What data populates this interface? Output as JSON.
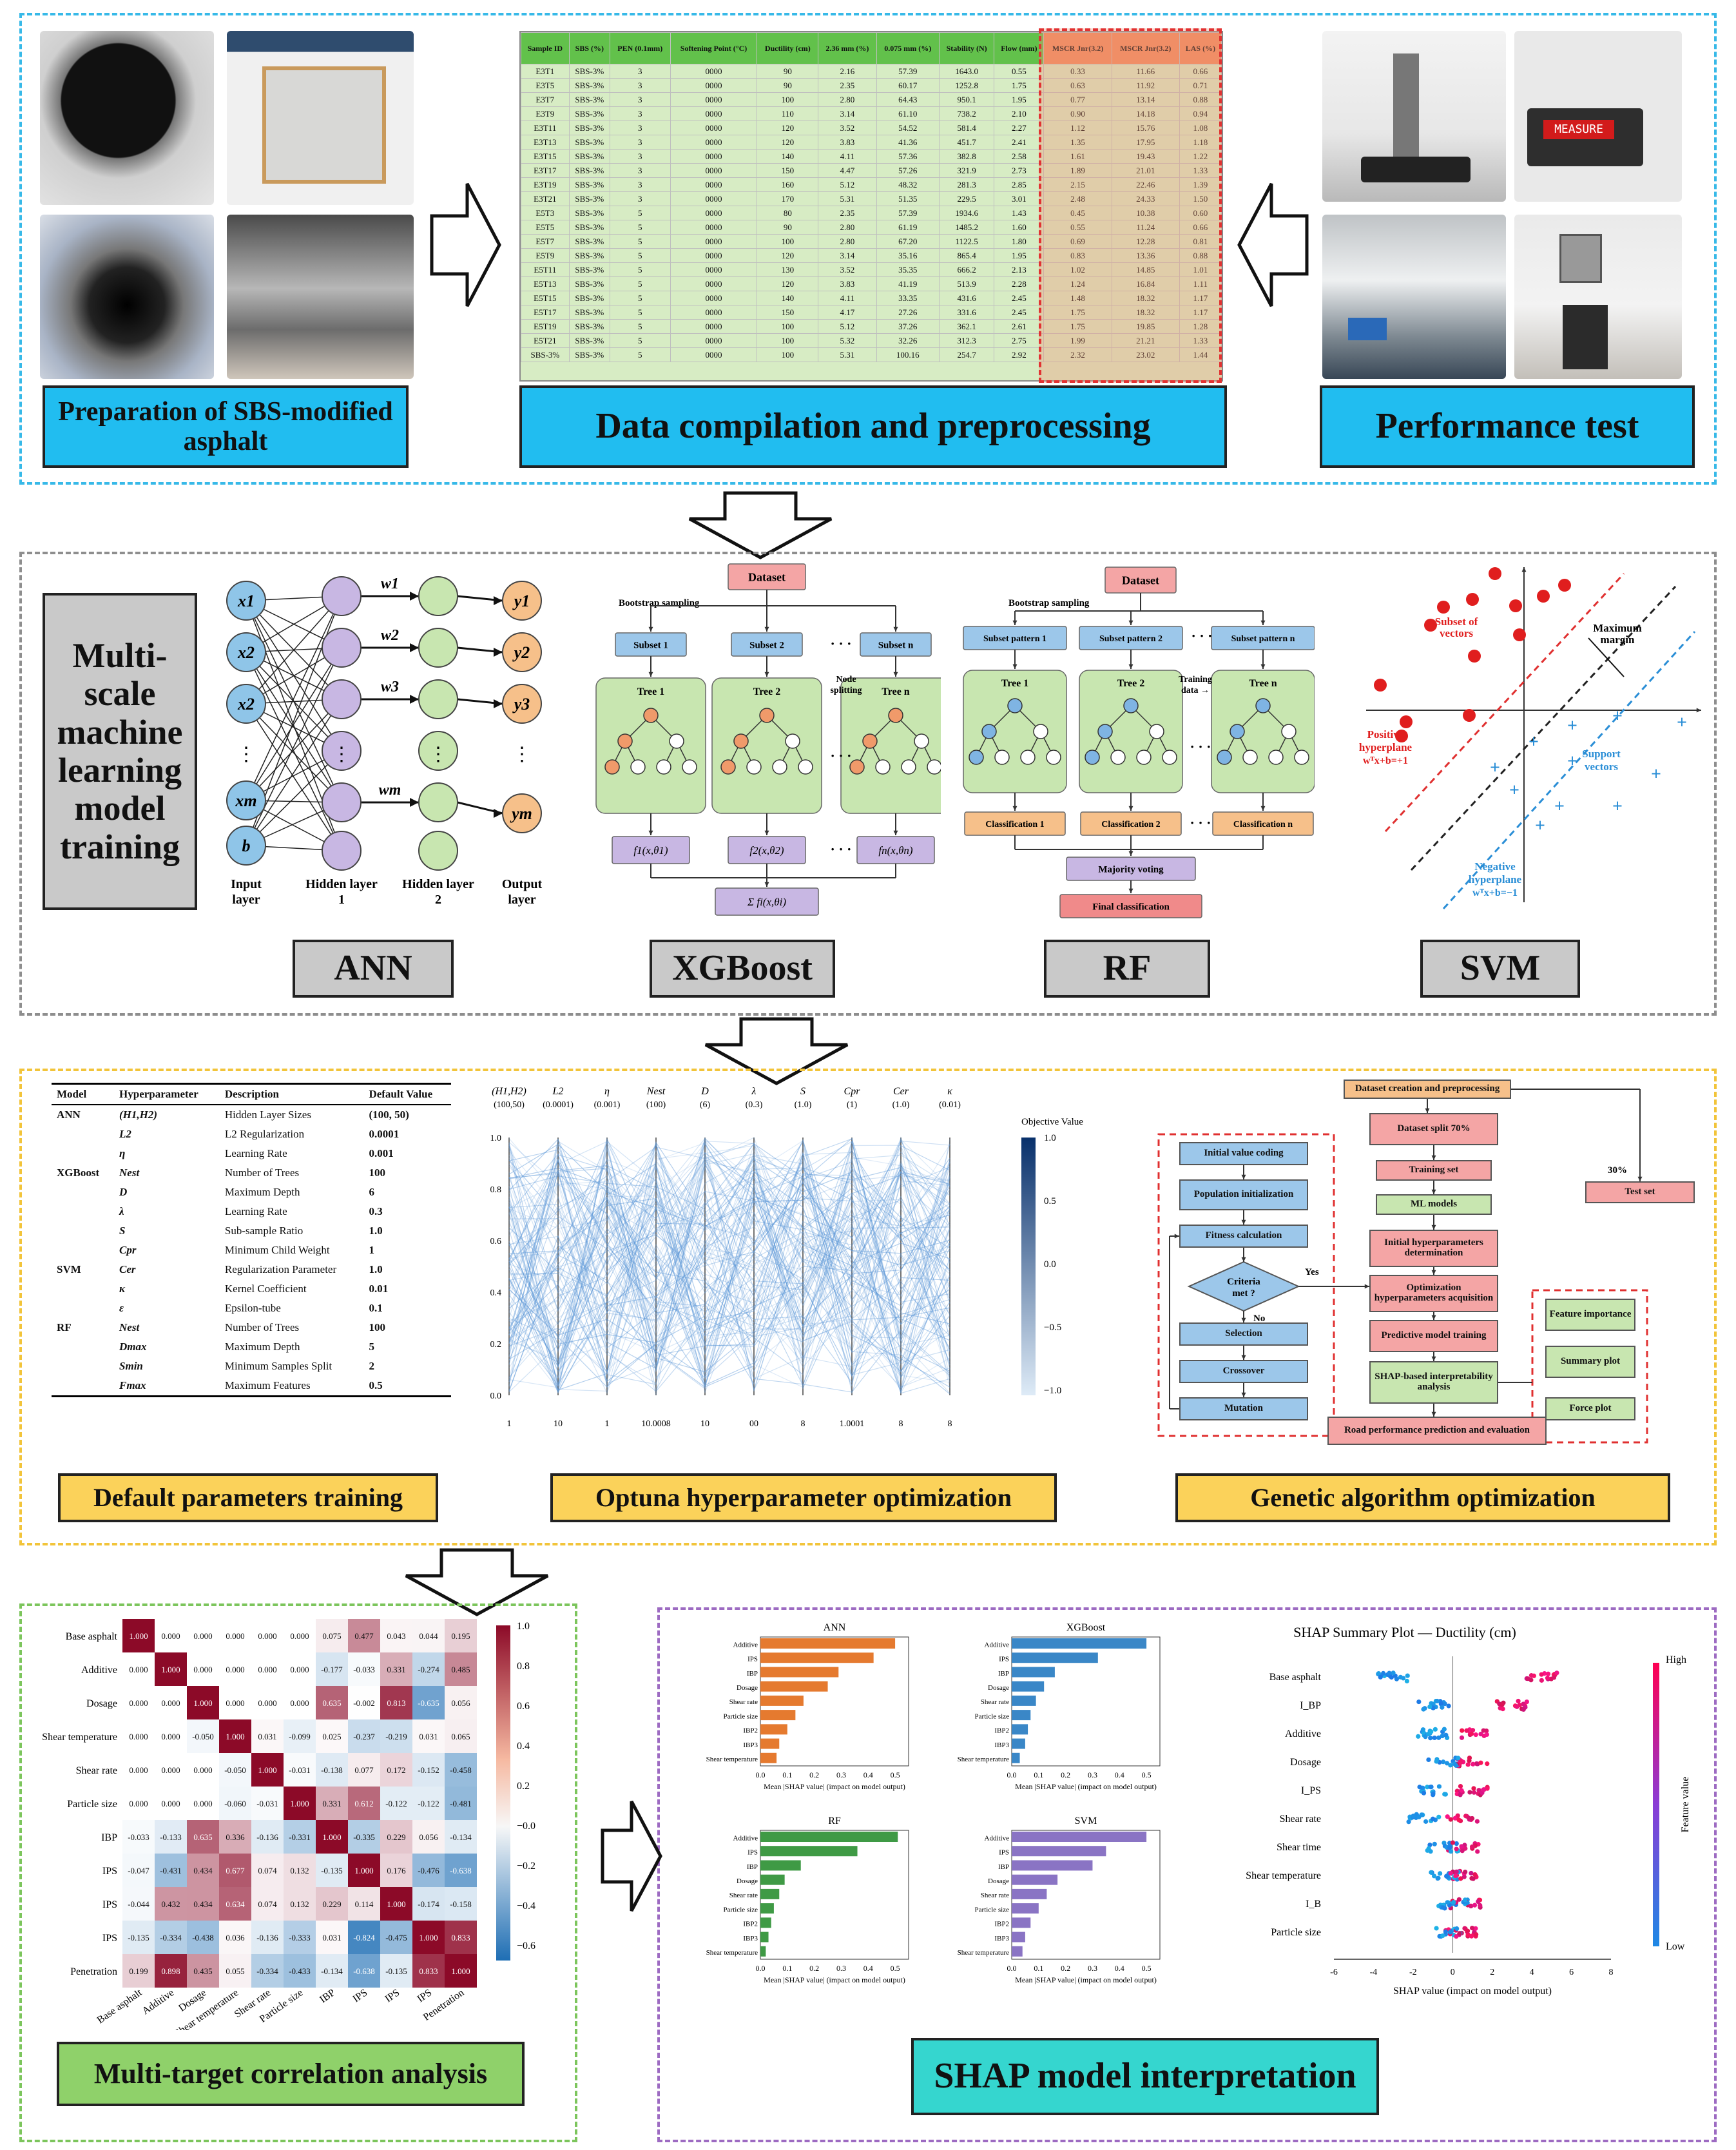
{
  "section1": {
    "prep_label": "Preparation of SBS-modified asphalt",
    "data_label": "Data compilation and preprocessing",
    "perf_label": "Performance test",
    "meter_text": "MEASURE",
    "table_headers": [
      "Sample ID",
      "SBS (%)",
      "PEN (0.1mm)",
      "Softening Point (°C)",
      "Ductility (cm)",
      "2.36 mm (%)",
      "0.075 mm (%)",
      "Stability (N)",
      "Flow (mm)",
      "MSCR Jnr(3.2)",
      "MSCR Jnr(3.2)",
      "LAS (%)"
    ],
    "table_rows": [
      [
        "E3T1",
        "SBS-3%",
        "3",
        "0000",
        "90",
        "2.16",
        "57.39",
        "1643.0",
        "0.55",
        "0.33",
        "11.66",
        "0.66"
      ],
      [
        "E3T5",
        "SBS-3%",
        "3",
        "0000",
        "90",
        "2.35",
        "60.17",
        "1252.8",
        "1.75",
        "0.63",
        "11.92",
        "0.71"
      ],
      [
        "E3T7",
        "SBS-3%",
        "3",
        "0000",
        "100",
        "2.80",
        "64.43",
        "950.1",
        "1.95",
        "0.77",
        "13.14",
        "0.88"
      ],
      [
        "E3T9",
        "SBS-3%",
        "3",
        "0000",
        "110",
        "3.14",
        "61.10",
        "738.2",
        "2.10",
        "0.90",
        "14.18",
        "0.94"
      ],
      [
        "E3T11",
        "SBS-3%",
        "3",
        "0000",
        "120",
        "3.52",
        "54.52",
        "581.4",
        "2.27",
        "1.12",
        "15.76",
        "1.08"
      ],
      [
        "E3T13",
        "SBS-3%",
        "3",
        "0000",
        "120",
        "3.83",
        "41.36",
        "451.7",
        "2.41",
        "1.35",
        "17.95",
        "1.18"
      ],
      [
        "E3T15",
        "SBS-3%",
        "3",
        "0000",
        "140",
        "4.11",
        "57.36",
        "382.8",
        "2.58",
        "1.61",
        "19.43",
        "1.22"
      ],
      [
        "E3T17",
        "SBS-3%",
        "3",
        "0000",
        "150",
        "4.47",
        "57.26",
        "321.9",
        "2.73",
        "1.89",
        "21.01",
        "1.33"
      ],
      [
        "E3T19",
        "SBS-3%",
        "3",
        "0000",
        "160",
        "5.12",
        "48.32",
        "281.3",
        "2.85",
        "2.15",
        "22.46",
        "1.39"
      ],
      [
        "E3T21",
        "SBS-3%",
        "3",
        "0000",
        "170",
        "5.31",
        "51.35",
        "229.5",
        "3.01",
        "2.48",
        "24.33",
        "1.50"
      ],
      [
        "E5T3",
        "SBS-3%",
        "5",
        "0000",
        "80",
        "2.35",
        "57.39",
        "1934.6",
        "1.43",
        "0.45",
        "10.38",
        "0.60"
      ],
      [
        "E5T5",
        "SBS-3%",
        "5",
        "0000",
        "90",
        "2.80",
        "61.19",
        "1485.2",
        "1.60",
        "0.55",
        "11.24",
        "0.66"
      ],
      [
        "E5T7",
        "SBS-3%",
        "5",
        "0000",
        "100",
        "2.80",
        "67.20",
        "1122.5",
        "1.80",
        "0.69",
        "12.28",
        "0.81"
      ],
      [
        "E5T9",
        "SBS-3%",
        "5",
        "0000",
        "120",
        "3.14",
        "35.16",
        "865.4",
        "1.95",
        "0.83",
        "13.36",
        "0.88"
      ],
      [
        "E5T11",
        "SBS-3%",
        "5",
        "0000",
        "130",
        "3.52",
        "35.35",
        "666.2",
        "2.13",
        "1.02",
        "14.85",
        "1.01"
      ],
      [
        "E5T13",
        "SBS-3%",
        "5",
        "0000",
        "120",
        "3.83",
        "41.19",
        "513.9",
        "2.28",
        "1.24",
        "16.84",
        "1.11"
      ],
      [
        "E5T15",
        "SBS-3%",
        "5",
        "0000",
        "140",
        "4.11",
        "33.35",
        "431.6",
        "2.45",
        "1.48",
        "18.32",
        "1.17"
      ],
      [
        "E5T17",
        "SBS-3%",
        "5",
        "0000",
        "150",
        "4.17",
        "27.26",
        "331.6",
        "2.45",
        "1.75",
        "18.32",
        "1.17"
      ],
      [
        "E5T19",
        "SBS-3%",
        "5",
        "0000",
        "100",
        "5.12",
        "37.26",
        "362.1",
        "2.61",
        "1.75",
        "19.85",
        "1.28"
      ],
      [
        "E5T21",
        "SBS-3%",
        "5",
        "0000",
        "100",
        "5.32",
        "32.26",
        "312.3",
        "2.75",
        "1.99",
        "21.21",
        "1.33"
      ],
      [
        "SBS-3%",
        "SBS-3%",
        "5",
        "0000",
        "100",
        "5.31",
        "100.16",
        "254.7",
        "2.92",
        "2.32",
        "23.02",
        "1.44"
      ]
    ]
  },
  "section2": {
    "title": "Multi-scale machine learning model training",
    "labels": [
      "ANN",
      "XGBoost",
      "RF",
      "SVM"
    ],
    "ann": {
      "inputs": [
        "x1",
        "x2",
        "x2",
        "xm",
        "b"
      ],
      "weights": [
        "w1",
        "w2",
        "w3",
        "wm"
      ],
      "outputs": [
        "y1",
        "y2",
        "y3",
        "ym"
      ],
      "layers": [
        "Input layer",
        "Hidden layer 1",
        "Hidden layer 2",
        "Output layer"
      ]
    },
    "xgb": {
      "dataset": "Dataset",
      "bootstrap": "Bootstrap sampling",
      "subsets": [
        "Subset 1",
        "Subset 2",
        "Subset n"
      ],
      "trees": [
        "Tree 1",
        "Tree 2",
        "Tree n"
      ],
      "node_split": "Node splitting",
      "funcs": [
        "f1(x,θ1)",
        "f2(x,θ2)",
        "fn(x,θn)"
      ],
      "sum": "Σ fi(x,θi)"
    },
    "rf": {
      "dataset": "Dataset",
      "bootstrap": "Bootstrap sampling",
      "subsets": [
        "Subset pattern 1",
        "Subset pattern 2",
        "Subset pattern n"
      ],
      "trees": [
        "Tree 1",
        "Tree 2",
        "Tree n"
      ],
      "training": "Training data",
      "classes": [
        "Classification 1",
        "Classification 2",
        "Classification n"
      ],
      "vote": "Majority voting",
      "final": "Final classification"
    },
    "svm": {
      "max_margin": "Maximum margin",
      "subset": "Subset of vectors",
      "pos": "Positive hyperplane",
      "pos_eq": "wᵀx+b=+1",
      "support": "Support vectors",
      "neg": "Negative hyperplane",
      "neg_eq": "wᵀx+b=−1"
    }
  },
  "section3": {
    "label_default": "Default parameters training",
    "label_optuna": "Optuna hyperparameter optimization",
    "label_ga": "Genetic algorithm optimization",
    "hp_headers": [
      "Model",
      "Hyperparameter",
      "Description",
      "Default Value"
    ],
    "hp_rows": [
      [
        "ANN",
        "(H1,H2)",
        "Hidden Layer Sizes",
        "(100, 50)"
      ],
      [
        "",
        "L2",
        "L2 Regularization",
        "0.0001"
      ],
      [
        "",
        "η",
        "Learning Rate",
        "0.001"
      ],
      [
        "XGBoost",
        "Nest",
        "Number of Trees",
        "100"
      ],
      [
        "",
        "D",
        "Maximum Depth",
        "6"
      ],
      [
        "",
        "λ",
        "Learning Rate",
        "0.3"
      ],
      [
        "",
        "S",
        "Sub-sample Ratio",
        "1.0"
      ],
      [
        "",
        "Cpr",
        "Minimum Child Weight",
        "1"
      ],
      [
        "SVM",
        "Cer",
        "Regularization Parameter",
        "1.0"
      ],
      [
        "",
        "κ",
        "Kernel Coefficient",
        "0.01"
      ],
      [
        "",
        "ε",
        "Epsilon-tube",
        "0.1"
      ],
      [
        "RF",
        "Nest",
        "Number of Trees",
        "100"
      ],
      [
        "",
        "Dmax",
        "Maximum Depth",
        "5"
      ],
      [
        "",
        "Smin",
        "Minimum Samples Split",
        "2"
      ],
      [
        "",
        "Fmax",
        "Maximum Features",
        "0.5"
      ]
    ],
    "optuna": {
      "axes": [
        "(H1,H2)",
        "L2",
        "η",
        "Nest",
        "D",
        "λ",
        "S",
        "Cpr",
        "Cer",
        "κ"
      ],
      "axes_default": [
        "(100,50)",
        "(0.0001)",
        "(0.001)",
        "(100)",
        "(6)",
        "(0.3)",
        "(1.0)",
        "(1)",
        "(1.0)",
        "(0.01)"
      ],
      "bottom_ticks": [
        "1",
        "10",
        "1",
        "10.0008",
        "10",
        "00",
        "8",
        "1.0001",
        "8",
        "8"
      ],
      "left_ticks": [
        "0.0",
        "0.2",
        "0.4",
        "0.6",
        "0.8",
        "1.0"
      ],
      "cb_title": "Objective Value",
      "cb_ticks": [
        "1.0",
        "0.5",
        "0.0",
        "−0.5",
        "−1.0"
      ]
    },
    "ga": {
      "top": "Dataset creation and preprocessing",
      "split": "Dataset split 70%",
      "pct30": "30%",
      "train": "Training set",
      "test": "Test set",
      "ml": "ML models",
      "init_hp": "Initial hyperparameters determination",
      "opt_hp": "Optimization hyperparameters acquisition",
      "pred": "Predictive model training",
      "shap": "SHAP-based interpretability analysis",
      "road": "Road performance prediction and evaluation",
      "fi": "Feature importance",
      "sp": "Summary plot",
      "fp": "Force plot",
      "init_code": "Initial value coding",
      "pop": "Population initialization",
      "fit": "Fitness calculation",
      "crit": "Criteria met ?",
      "yes": "Yes",
      "no": "No",
      "sel": "Selection",
      "cross": "Crossover",
      "mut": "Mutation"
    }
  },
  "section4": {
    "label_corr": "Multi-target correlation analysis",
    "label_shap": "SHAP model interpretation",
    "corr_labels": [
      "Base asphalt",
      "Additive",
      "Dosage",
      "Shear temperature",
      "Shear rate",
      "Particle size",
      "IBP",
      "IPS",
      "IPS",
      "IPS",
      "Penetration"
    ],
    "corr_matrix": [
      [
        1.0,
        -0.0,
        -0.0,
        -0.0,
        -0.0,
        -0.0,
        0.075,
        0.477,
        0.043,
        0.044,
        0.195
      ],
      [
        -0.0,
        1.0,
        -0.0,
        -0.0,
        -0.0,
        -0.0,
        -0.177,
        -0.033,
        0.331,
        -0.274,
        0.485
      ],
      [
        -0.0,
        -0.0,
        1.0,
        -0.0,
        -0.0,
        -0.0,
        0.635,
        -0.002,
        0.813,
        -0.635,
        0.056
      ],
      [
        -0.0,
        -0.0,
        -0.05,
        1.0,
        0.031,
        -0.099,
        0.025,
        -0.237,
        -0.219,
        0.031,
        0.065
      ],
      [
        -0.0,
        -0.0,
        -0.0,
        -0.05,
        1.0,
        -0.031,
        -0.138,
        0.077,
        0.172,
        -0.152,
        -0.458
      ],
      [
        -0.0,
        -0.0,
        -0.0,
        -0.06,
        -0.031,
        1.0,
        0.331,
        0.612,
        -0.122,
        -0.122,
        -0.481
      ],
      [
        -0.033,
        -0.133,
        0.635,
        0.336,
        -0.136,
        -0.331,
        1.0,
        -0.335,
        0.229,
        0.056,
        -0.134
      ],
      [
        -0.047,
        -0.431,
        0.434,
        0.677,
        0.074,
        0.132,
        -0.135,
        1.0,
        0.176,
        -0.476,
        -0.638
      ],
      [
        -0.044,
        0.432,
        0.434,
        0.634,
        0.074,
        0.132,
        0.229,
        0.114,
        1.0,
        -0.174,
        -0.158
      ],
      [
        -0.135,
        -0.334,
        -0.438,
        0.036,
        -0.136,
        -0.333,
        0.031,
        -0.824,
        -0.475,
        1.0,
        0.833
      ],
      [
        0.199,
        0.898,
        0.435,
        0.055,
        -0.334,
        -0.433,
        -0.134,
        -0.638,
        -0.135,
        0.833,
        1.0
      ]
    ],
    "corr_cb_ticks": [
      "1.0",
      "0.8",
      "0.6",
      "0.4",
      "0.2",
      "−0.0",
      "−0.2",
      "−0.4",
      "−0.6"
    ],
    "shap_bars": [
      {
        "title": "ANN",
        "color": "#e57a2f",
        "labels": [
          "Additive",
          "IPS",
          "IBP",
          "Dosage",
          "Shear rate",
          "Particle size",
          "IBP2",
          "IBP3",
          "Shear temperature"
        ],
        "values": [
          0.5,
          0.42,
          0.29,
          0.25,
          0.16,
          0.13,
          0.1,
          0.07,
          0.06
        ]
      },
      {
        "title": "XGBoost",
        "color": "#3a87c7",
        "labels": [
          "Additive",
          "IPS",
          "IBP",
          "Dosage",
          "Shear rate",
          "Particle size",
          "IBP2",
          "IBP3",
          "Shear temperature"
        ],
        "values": [
          0.5,
          0.32,
          0.16,
          0.12,
          0.09,
          0.07,
          0.06,
          0.05,
          0.03
        ]
      },
      {
        "title": "RF",
        "color": "#3f9a45",
        "labels": [
          "Additive",
          "IPS",
          "IBP",
          "Dosage",
          "Shear rate",
          "Particle size",
          "IBP2",
          "IBP3",
          "Shear temperature"
        ],
        "values": [
          0.51,
          0.36,
          0.15,
          0.09,
          0.07,
          0.05,
          0.04,
          0.03,
          0.02
        ]
      },
      {
        "title": "SVM",
        "color": "#8a74c4",
        "labels": [
          "Additive",
          "IPS",
          "IBP",
          "Dosage",
          "Shear rate",
          "Particle size",
          "IBP2",
          "IBP3",
          "Shear temperature"
        ],
        "values": [
          0.5,
          0.35,
          0.3,
          0.17,
          0.13,
          0.1,
          0.07,
          0.05,
          0.04
        ]
      }
    ],
    "shap_xticks": [
      "0.0",
      "0.1",
      "0.2",
      "0.3",
      "0.4",
      "0.5"
    ],
    "shap_xlabel": "Mean |SHAP value| (impact on model output)",
    "summary": {
      "title": "SHAP Summary Plot — Ductility (cm)",
      "features": [
        "Base asphalt",
        "I_BP",
        "Additive",
        "Dosage",
        "I_PS",
        "Shear rate",
        "Shear time",
        "Shear temperature",
        "I_B",
        "Particle size"
      ],
      "xticks": [
        "-6",
        "-4",
        "-2",
        "0",
        "2",
        "4",
        "6",
        "8"
      ],
      "xlabel": "SHAP value (impact on model output)",
      "high": "High",
      "low": "Low",
      "fv": "Feature value"
    }
  },
  "colors": {
    "cyan": "#21bdf0",
    "yellow": "#fbd25a",
    "green": "#8fd16a",
    "teal": "#35d6cf",
    "pink": "#f4a5a5",
    "blue_node": "#9cc7ea"
  }
}
